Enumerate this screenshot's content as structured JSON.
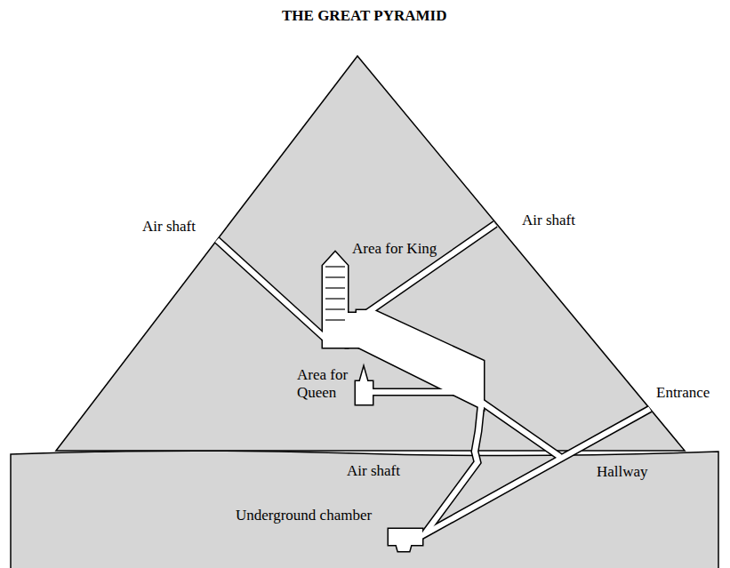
{
  "diagram": {
    "title": "THE GREAT PYRAMID",
    "labels": [
      "Air shaft",
      "Air shaft",
      "Area for King",
      "Area for Queen",
      "Entrance",
      "Air shaft",
      "Hallway",
      "Underground chamber"
    ]
  }
}
